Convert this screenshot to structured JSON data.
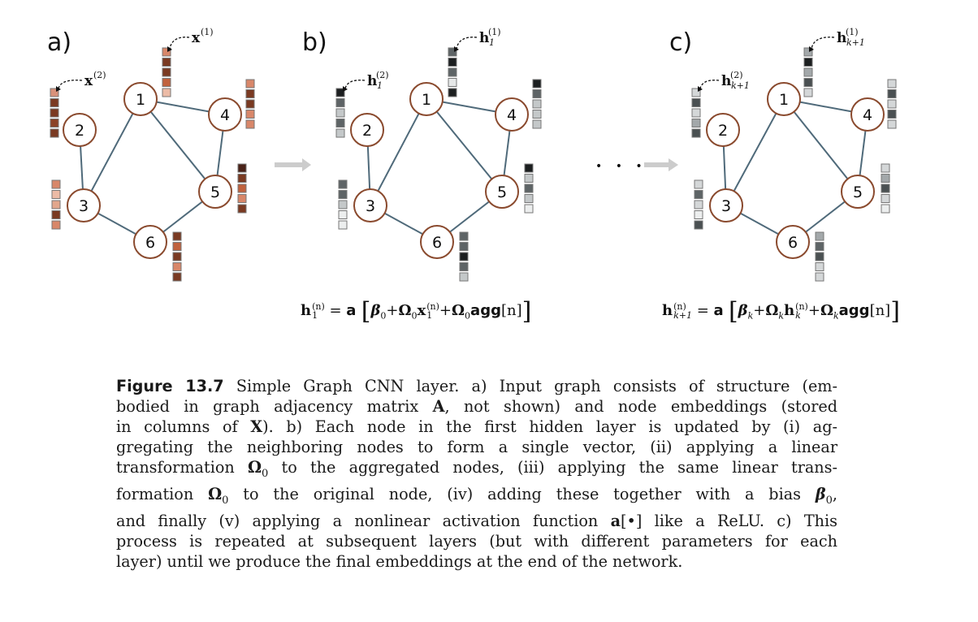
{
  "figure": {
    "panels": [
      {
        "id": "a",
        "label": "a)",
        "palette": "copper",
        "vector_labels": [
          {
            "node": 1,
            "base": "x",
            "sup": "(1)",
            "sub": ""
          },
          {
            "node": 2,
            "base": "x",
            "sup": "(2)",
            "sub": ""
          }
        ],
        "nodes": [
          {
            "id": "1",
            "embedding": [
              "#d8876a",
              "#7a3a22",
              "#7a3a22",
              "#c0623e",
              "#ecbba6"
            ]
          },
          {
            "id": "2",
            "embedding": [
              "#d8917a",
              "#7a3a22",
              "#7a3a22",
              "#8a4227",
              "#7a3a22"
            ]
          },
          {
            "id": "3",
            "embedding": [
              "#d8876a",
              "#ecbba6",
              "#e2a68c",
              "#7a3a22",
              "#d8876a"
            ]
          },
          {
            "id": "4",
            "embedding": [
              "#d8876a",
              "#7a3a22",
              "#7a3a22",
              "#d8876a",
              "#d8876a"
            ]
          },
          {
            "id": "5",
            "embedding": [
              "#4a2218",
              "#7a3a22",
              "#c0623e",
              "#d8876a",
              "#7a3a22"
            ]
          },
          {
            "id": "6",
            "embedding": [
              "#7a3a22",
              "#c0623e",
              "#7a3a22",
              "#d8876a",
              "#7a3a22"
            ]
          }
        ]
      },
      {
        "id": "b",
        "label": "b)",
        "palette": "gray",
        "vector_labels": [
          {
            "node": 1,
            "base": "h",
            "sup": "(1)",
            "sub": "1"
          },
          {
            "node": 2,
            "base": "h",
            "sup": "(2)",
            "sub": "1"
          }
        ],
        "nodes": [
          {
            "id": "1",
            "embedding": [
              "#5e6466",
              "#1c1f20",
              "#5e6466",
              "#e6e8e8",
              "#1c1f20"
            ]
          },
          {
            "id": "2",
            "embedding": [
              "#1c1f20",
              "#5e6466",
              "#c4c8c9",
              "#5e6466",
              "#c4c8c9"
            ]
          },
          {
            "id": "3",
            "embedding": [
              "#5e6466",
              "#5e6466",
              "#c4c8c9",
              "#eceeee",
              "#eceeee"
            ]
          },
          {
            "id": "4",
            "embedding": [
              "#1c1f20",
              "#5e6466",
              "#c4c8c9",
              "#c4c8c9",
              "#c4c8c9"
            ]
          },
          {
            "id": "5",
            "embedding": [
              "#1c1f20",
              "#c4c8c9",
              "#5e6466",
              "#c4c8c9",
              "#eceeee"
            ]
          },
          {
            "id": "6",
            "embedding": [
              "#5e6466",
              "#5e6466",
              "#1c1f20",
              "#5e6466",
              "#c4c8c9"
            ]
          }
        ]
      },
      {
        "id": "c",
        "label": "c)",
        "palette": "gray",
        "vector_labels": [
          {
            "node": 1,
            "base": "h",
            "sup": "(1)",
            "sub": "k+1"
          },
          {
            "node": 2,
            "base": "h",
            "sup": "(2)",
            "sub": "k+1"
          }
        ],
        "nodes": [
          {
            "id": "1",
            "embedding": [
              "#a3a8aa",
              "#1c1f20",
              "#a3a8aa",
              "#4a5052",
              "#d4d7d8"
            ]
          },
          {
            "id": "2",
            "embedding": [
              "#d4d7d8",
              "#4a5052",
              "#d4d7d8",
              "#a3a8aa",
              "#4a5052"
            ]
          },
          {
            "id": "3",
            "embedding": [
              "#d4d7d8",
              "#5e6466",
              "#d4d7d8",
              "#eceeee",
              "#4a5052"
            ]
          },
          {
            "id": "4",
            "embedding": [
              "#d4d7d8",
              "#4a5052",
              "#d4d7d8",
              "#4a5052",
              "#d4d7d8"
            ]
          },
          {
            "id": "5",
            "embedding": [
              "#d4d7d8",
              "#a3a8aa",
              "#4a5052",
              "#d4d7d8",
              "#eceeee"
            ]
          },
          {
            "id": "6",
            "embedding": [
              "#a3a8aa",
              "#5e6466",
              "#4a5052",
              "#d4d7d8",
              "#d4d7d8"
            ]
          }
        ]
      }
    ],
    "edges": [
      [
        "1",
        "4"
      ],
      [
        "1",
        "3"
      ],
      [
        "1",
        "5"
      ],
      [
        "2",
        "3"
      ],
      [
        "4",
        "5"
      ],
      [
        "3",
        "6"
      ],
      [
        "5",
        "6"
      ]
    ],
    "ellipsis": "• • •",
    "colors": {
      "node_stroke": "#8a4a2e",
      "edge": "#4f6a7a",
      "arrow": "#cccccc"
    },
    "equations": {
      "b": {
        "lhs": "h",
        "lhs_sup": "(n)",
        "lhs_sub": "1",
        "equals": "=",
        "act": "a",
        "bias": "β",
        "bias_sub": "0",
        "omega": "Ω",
        "omega_sub": "0",
        "input": "x",
        "input_sup": "(n)",
        "input_sub": "1",
        "agg": "agg",
        "agg_arg": "[n]",
        "plus": "+",
        "lbr": "[",
        "rbr": "]"
      },
      "c": {
        "lhs": "h",
        "lhs_sup": "(n)",
        "lhs_sub": "k+1",
        "equals": "=",
        "act": "a",
        "bias": "β",
        "bias_sub": "k",
        "omega": "Ω",
        "omega_sub": "k",
        "input": "h",
        "input_sup": "(n)",
        "input_sub": "k",
        "agg": "agg",
        "agg_arg": "[n]",
        "plus": "+",
        "lbr": "[",
        "rbr": "]"
      }
    }
  },
  "caption": {
    "figure_number": "Figure 13.7",
    "lines": [
      [
        {
          "t": " Simple Graph CNN layer. a) Input graph consists of structure (em-"
        }
      ],
      [
        {
          "t": "bodied in graph adjacency matrix "
        },
        {
          "t": "A",
          "b": true
        },
        {
          "t": ", not shown) and node embeddings (stored"
        }
      ],
      [
        {
          "t": "in columns of "
        },
        {
          "t": "X",
          "b": true
        },
        {
          "t": ").  b) Each node in the first hidden layer is updated by (i) ag-"
        }
      ],
      [
        {
          "t": "gregating the neighboring nodes to form a single vector, (ii) applying a linear"
        }
      ],
      [
        {
          "t": "transformation "
        },
        {
          "t": "Ω",
          "b": true
        },
        {
          "t": "0",
          "sub": true
        },
        {
          "t": " to the aggregated nodes, (iii) applying the same linear trans-"
        }
      ],
      [
        {
          "t": "formation "
        },
        {
          "t": "Ω",
          "b": true
        },
        {
          "t": "0",
          "sub": true
        },
        {
          "t": " to the original node, (iv) adding these together with a bias "
        },
        {
          "t": "β",
          "b": true,
          "i": true
        },
        {
          "t": "0",
          "sub": true
        },
        {
          "t": ","
        }
      ],
      [
        {
          "t": "and finally (v) applying a nonlinear activation function "
        },
        {
          "t": "a",
          "b": true
        },
        {
          "t": "[•] like a ReLU. c) This"
        }
      ],
      [
        {
          "t": "process is repeated at subsequent layers (but with different parameters for each"
        }
      ],
      [
        {
          "t": "layer) until we produce the final embeddings at the end of the network."
        }
      ]
    ]
  }
}
